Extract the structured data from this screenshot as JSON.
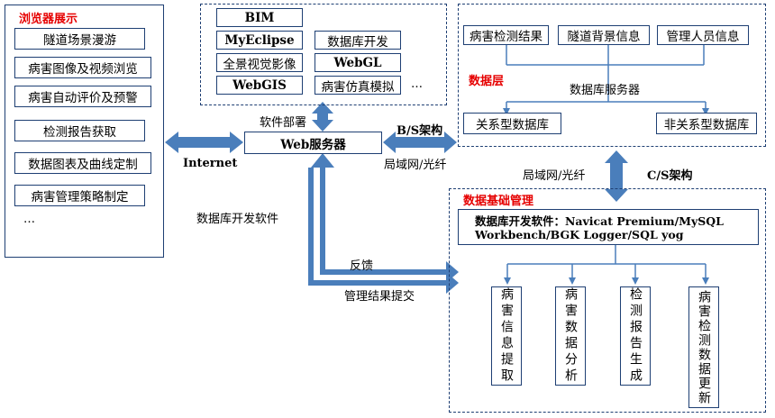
{
  "browser": {
    "title": "浏览器展示",
    "items": [
      "隧道场景漫游",
      "病害图像及视频浏览",
      "病害自动评价及预警",
      "检测报告获取",
      "数据图表及曲线定制",
      "病害管理策略制定"
    ],
    "more": "…"
  },
  "software": {
    "items": [
      "BIM",
      "MyEclipse",
      "数据库开发",
      "全景视觉影像",
      "WebGL",
      "WebGIS",
      "病害仿真模拟"
    ],
    "more": "…"
  },
  "web_server": "Web服务器",
  "data_layer": {
    "title": "数据层",
    "top": [
      "病害检测结果",
      "隧道背景信息",
      "管理人员信息"
    ],
    "server": "数据库服务器",
    "bottom": [
      "关系型数据库",
      "非关系型数据库"
    ]
  },
  "db_mgmt": {
    "title": "数据基础管理",
    "software_line1": "数据库开发软件：Navicat Premium/MySQL",
    "software_line2": "Workbench/BGK Logger/SQL yog",
    "columns": [
      "病害信息提取",
      "病害数据分析",
      "检测报告生成",
      "病害检测数据更新"
    ]
  },
  "labels": {
    "internet": "Internet",
    "db_dev_software": "数据库开发软件",
    "software_deploy": "软件部署",
    "bs_arch": "B/S架构",
    "lan_fiber_1": "局域网/光纤",
    "lan_fiber_2": "局域网/光纤",
    "cs_arch": "C/S架构",
    "feedback": "反馈",
    "mgmt_submit": "管理结果提交"
  },
  "colors": {
    "line": "#1e3f73",
    "arrow": "#4a7ebb",
    "title_red": "#e60000"
  }
}
